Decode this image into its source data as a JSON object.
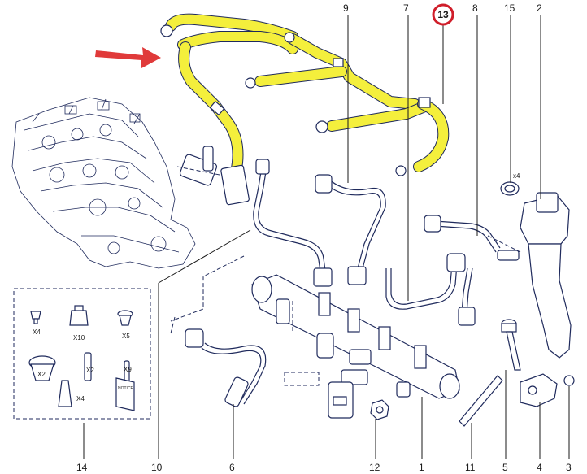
{
  "callouts": {
    "c1": "1",
    "c2": "2",
    "c3": "3",
    "c4": "4",
    "c5": "5",
    "c6": "6",
    "c7": "7",
    "c8": "8",
    "c9": "9",
    "c10": "10",
    "c11": "11",
    "c12": "12",
    "c13": "13",
    "c14": "14",
    "c15": "15"
  },
  "kit": {
    "x4_a": "X4",
    "x10": "X10",
    "x5": "X5",
    "x2_a": "X2",
    "x2_b": "X2",
    "x9": "X9",
    "x4_b": "X4",
    "notice": "NOTICE"
  },
  "seal_qty": "x4",
  "colors": {
    "highlight": "#f4ef3c",
    "arrow": "#e03a3a",
    "badge": "#d01e2a",
    "line_art": "#1f2a5c"
  }
}
